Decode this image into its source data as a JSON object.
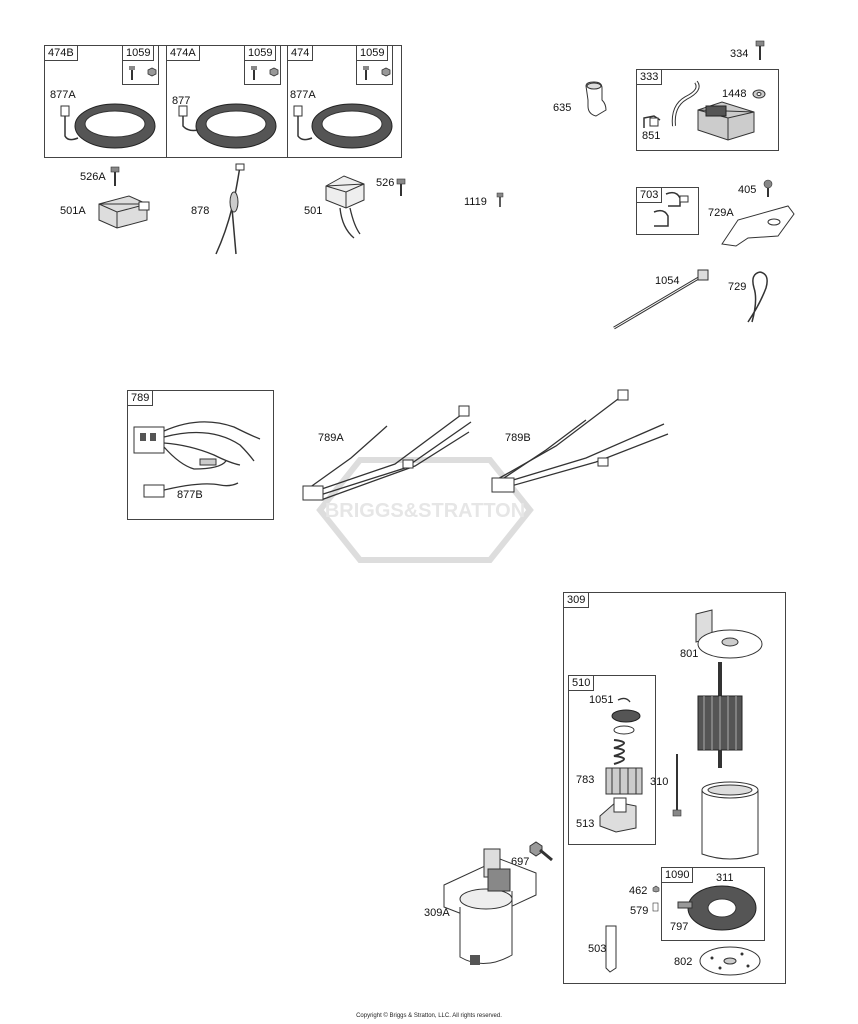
{
  "groups": {
    "g474B": "474B",
    "g474A": "474A",
    "g474": "474",
    "g1059a": "1059",
    "g1059b": "1059",
    "g1059c": "1059",
    "g333": "333",
    "g703": "703",
    "g789": "789",
    "g309": "309",
    "g510": "510",
    "g1090": "1090"
  },
  "parts": {
    "p877A_1": "877A",
    "p877": "877",
    "p877A_2": "877A",
    "p526A": "526A",
    "p501A": "501A",
    "p878": "878",
    "p501": "501",
    "p526": "526",
    "p1119": "1119",
    "p635": "635",
    "p334": "334",
    "p1448": "1448",
    "p851": "851",
    "p405": "405",
    "p729A": "729A",
    "p1054": "1054",
    "p729": "729",
    "p789A": "789A",
    "p789B": "789B",
    "p877B": "877B",
    "p801": "801",
    "p1051": "1051",
    "p783": "783",
    "p310": "310",
    "p513": "513",
    "p697": "697",
    "p309A": "309A",
    "p462": "462",
    "p311": "311",
    "p579": "579",
    "p797": "797",
    "p503": "503",
    "p802": "802"
  },
  "watermark": "BRIGGS&STRATTON",
  "copyright": "Copyright © Briggs & Stratton, LLC. All rights reserved.",
  "colors": {
    "line": "#333333",
    "fill": "#e8e8e8",
    "dark": "#555555",
    "watermark": "#dddddd"
  }
}
